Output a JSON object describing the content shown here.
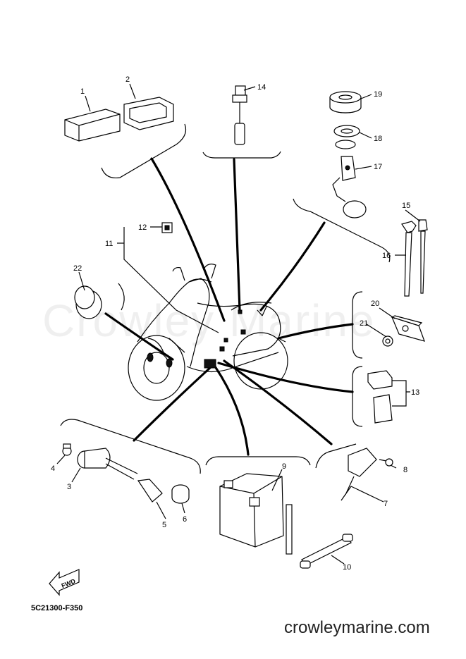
{
  "watermark_text": "Crowley Marine",
  "drawing_code": "5C21300-F350",
  "site_url": "crowleymarine.com",
  "fwd_text": "FWD",
  "callouts": [
    {
      "id": "c1",
      "number": "1"
    },
    {
      "id": "c2",
      "number": "2"
    },
    {
      "id": "c3",
      "number": "3"
    },
    {
      "id": "c4",
      "number": "4"
    },
    {
      "id": "c5",
      "number": "5"
    },
    {
      "id": "c6",
      "number": "6"
    },
    {
      "id": "c7",
      "number": "7"
    },
    {
      "id": "c8",
      "number": "8"
    },
    {
      "id": "c9",
      "number": "9"
    },
    {
      "id": "c10",
      "number": "10"
    },
    {
      "id": "c11",
      "number": "11"
    },
    {
      "id": "c12",
      "number": "12"
    },
    {
      "id": "c13",
      "number": "13"
    },
    {
      "id": "c14",
      "number": "14"
    },
    {
      "id": "c15",
      "number": "15"
    },
    {
      "id": "c16",
      "number": "16"
    },
    {
      "id": "c17",
      "number": "17"
    },
    {
      "id": "c18",
      "number": "18"
    },
    {
      "id": "c19",
      "number": "19"
    },
    {
      "id": "c20",
      "number": "20"
    },
    {
      "id": "c21",
      "number": "21"
    },
    {
      "id": "c22",
      "number": "22"
    }
  ]
}
